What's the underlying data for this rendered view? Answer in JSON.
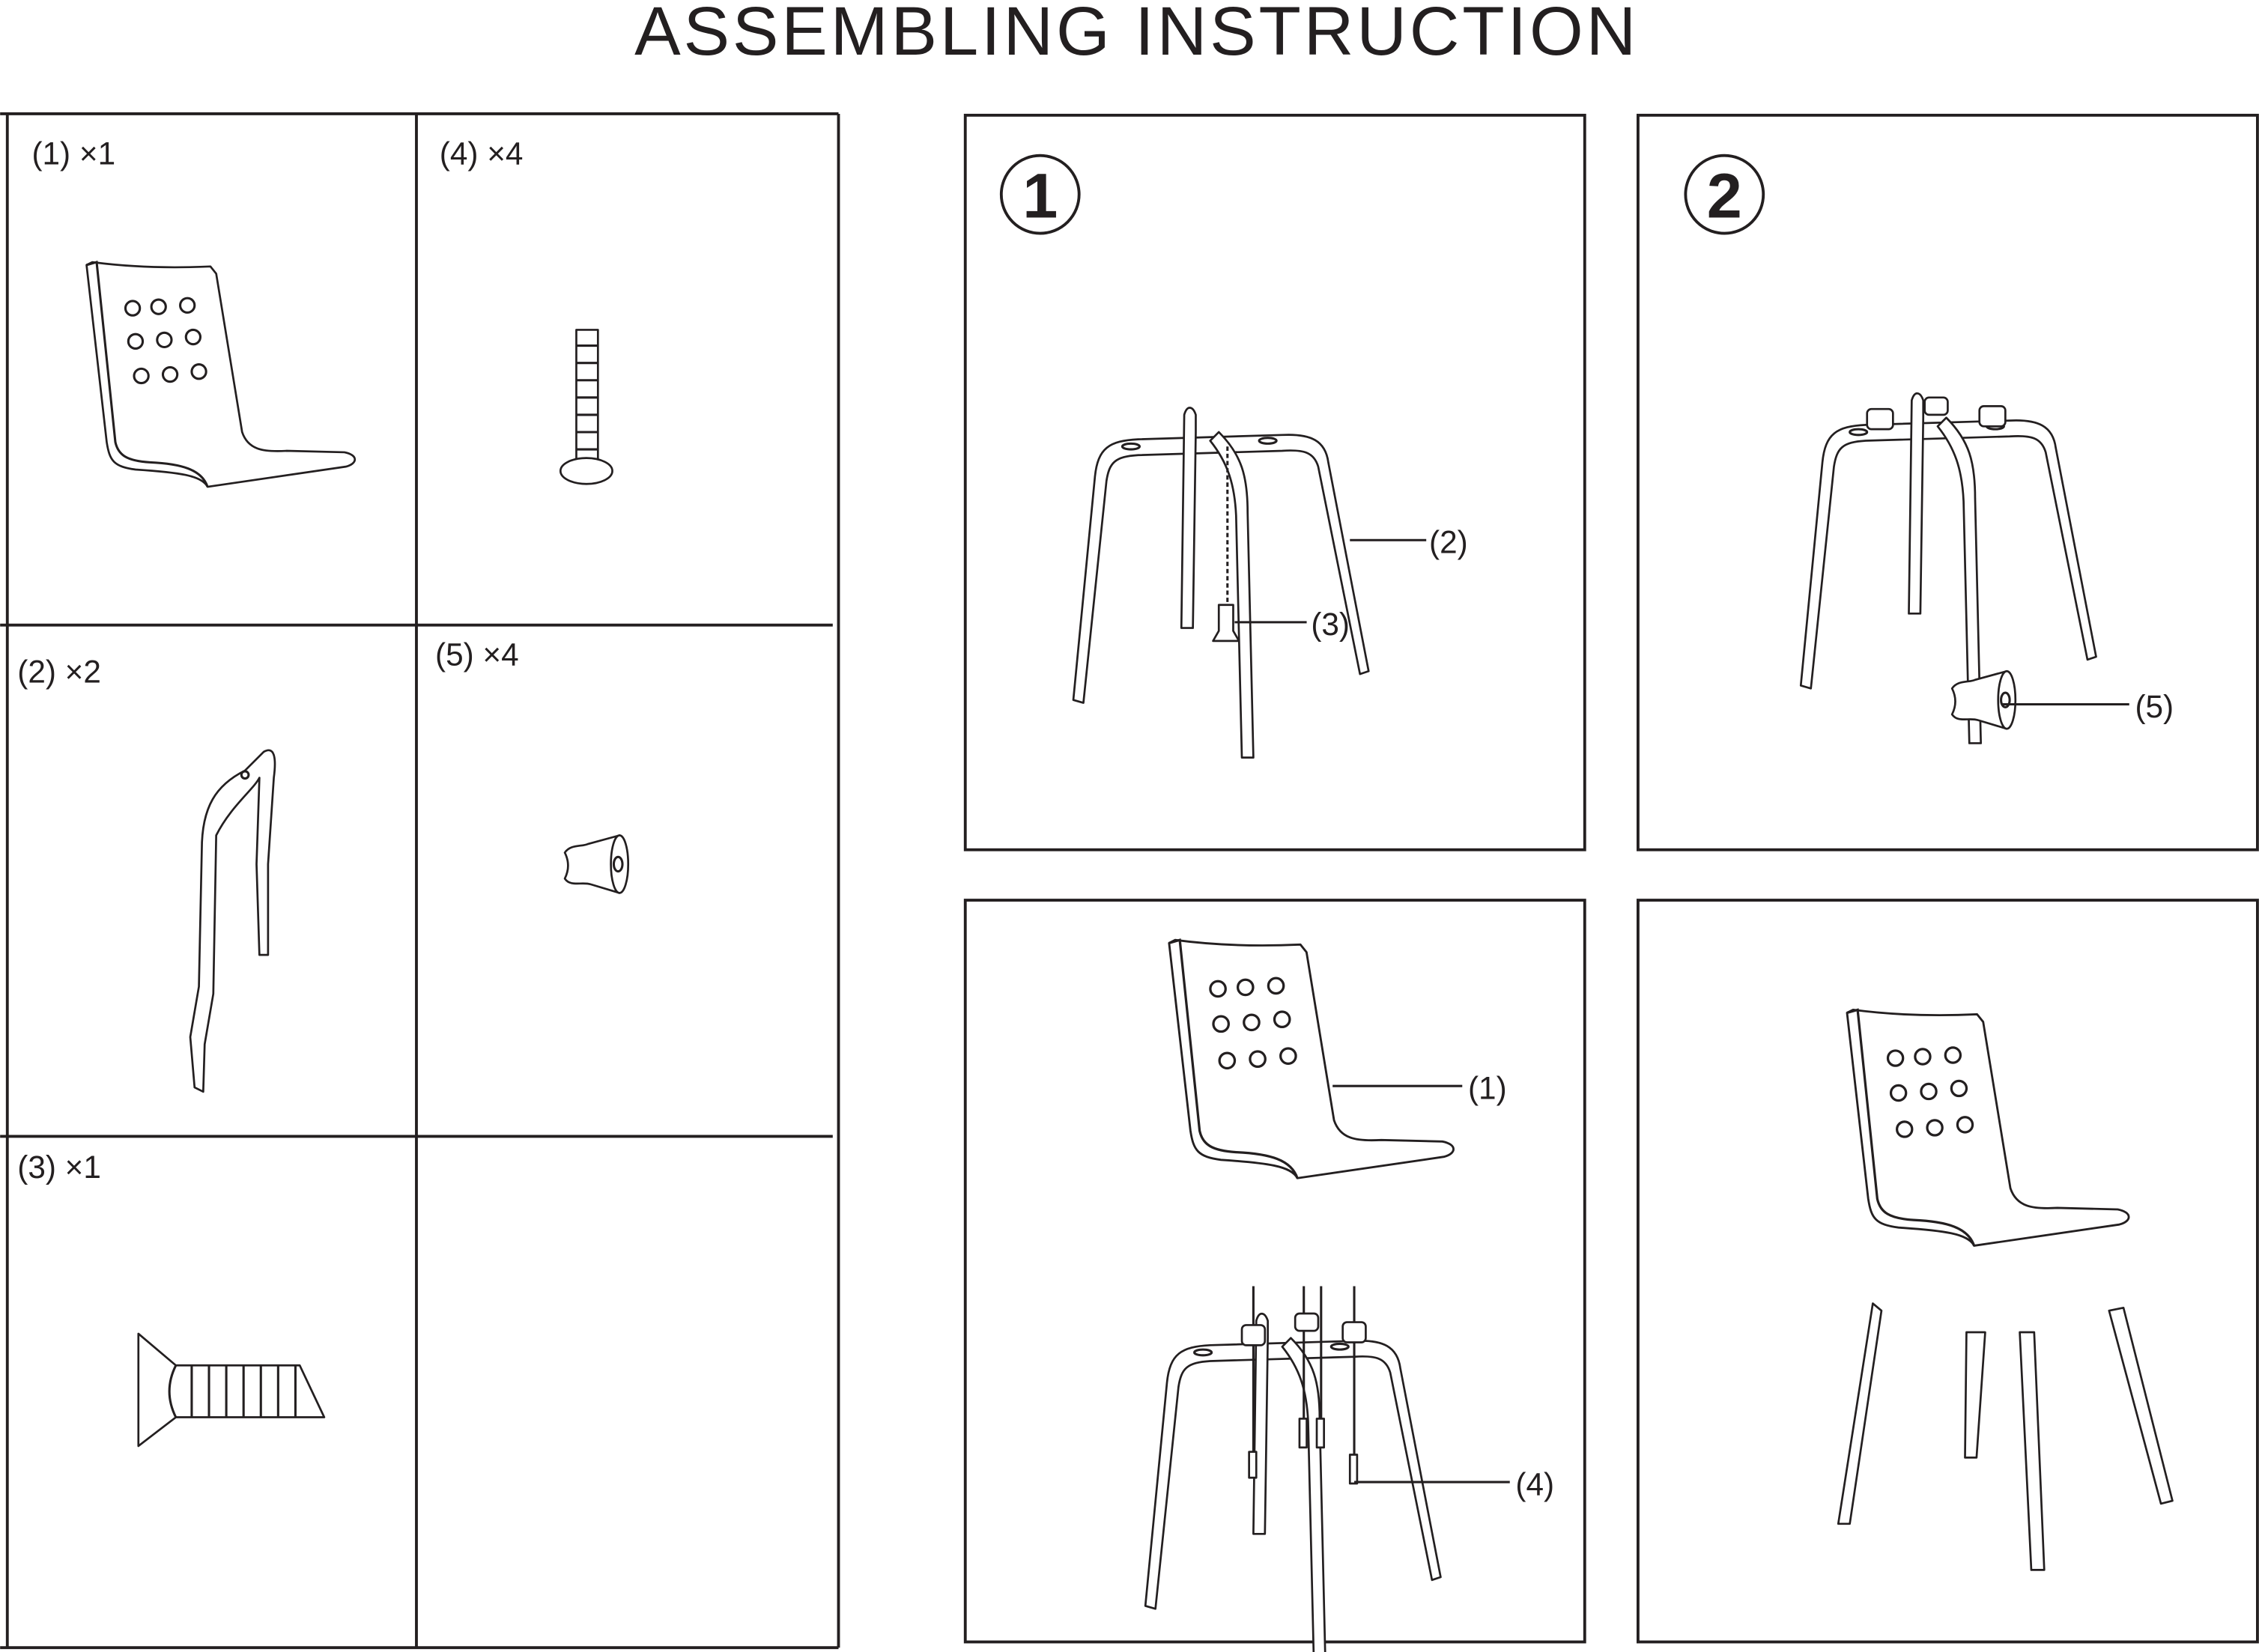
{
  "title": "ASSEMBLING INSTRUCTION",
  "parts": [
    {
      "label": "(1) ×1",
      "name": "seat-shell"
    },
    {
      "label": "(4) ×4",
      "name": "bolt"
    },
    {
      "label": "(2) ×2",
      "name": "leg-frame"
    },
    {
      "label": "(5) ×4",
      "name": "connector-cap"
    },
    {
      "label": "(3) ×1",
      "name": "screw"
    }
  ],
  "steps": [
    {
      "number": "1",
      "callouts": [
        "(2)",
        "(3)"
      ]
    },
    {
      "number": "2",
      "callouts": [
        "(5)"
      ]
    },
    {
      "number": "",
      "callouts": [
        "(1)",
        "(4)"
      ]
    },
    {
      "number": "",
      "callouts": []
    }
  ]
}
